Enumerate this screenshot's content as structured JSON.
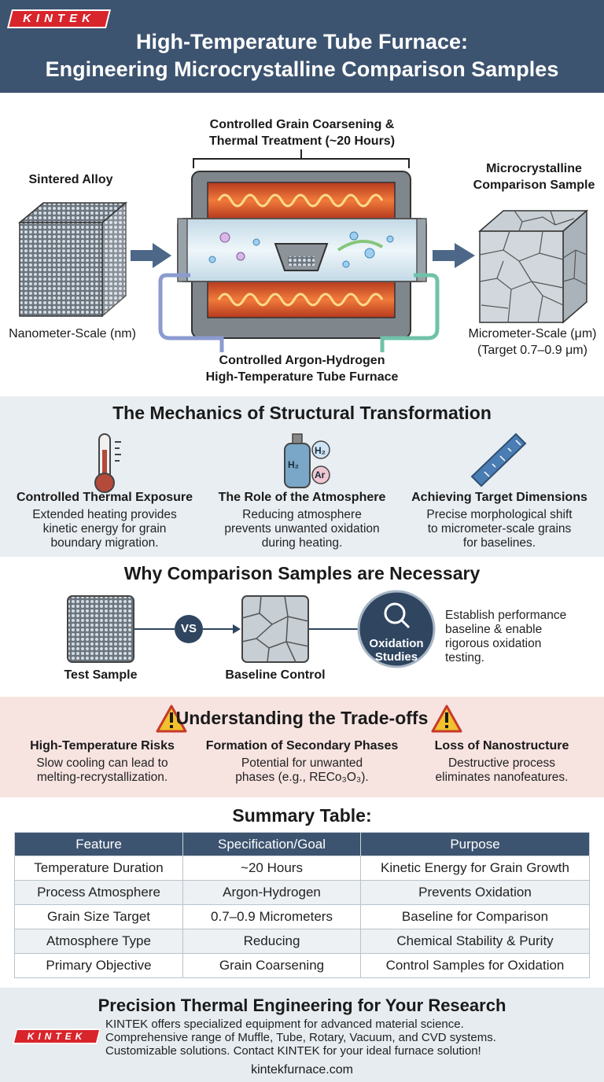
{
  "brand": "KINTEK",
  "title_line1": "High-Temperature Tube Furnace:",
  "title_line2": "Engineering Microcrystalline Comparison Samples",
  "process": {
    "top_label_line1": "Controlled Grain Coarsening &",
    "top_label_line2": "Thermal Treatment (~20 Hours)",
    "left_title": "Sintered Alloy",
    "left_scale": "Nanometer-Scale (nm)",
    "right_title_line1": "Microcrystalline",
    "right_title_line2": "Comparison Sample",
    "right_scale_line1": "Micrometer-Scale (μm)",
    "right_scale_line2": "(Target 0.7–0.9 μm)",
    "furnace_line1": "Controlled Argon-Hydrogen",
    "furnace_line2": "High-Temperature Tube Furnace"
  },
  "mechanics": {
    "heading": "The Mechanics of Structural Transformation",
    "items": [
      {
        "title": "Controlled Thermal Exposure",
        "l1": "Extended heating provides",
        "l2": "kinetic energy for grain",
        "l3": "boundary migration."
      },
      {
        "title": "The Role of the Atmosphere",
        "l1": "Reducing atmosphere",
        "l2": "prevents unwanted oxidation",
        "l3": "during heating."
      },
      {
        "title": "Achieving Target Dimensions",
        "l1": "Precise morphological shift",
        "l2": "to micrometer-scale grains",
        "l3": "for baselines."
      }
    ],
    "gas_labels": {
      "h2": "H₂",
      "h2b": "H₂",
      "ar": "Ar"
    }
  },
  "comparison": {
    "heading": "Why Comparison Samples are Necessary",
    "test_label": "Test Sample",
    "vs": "VS",
    "baseline_label": "Baseline Control",
    "oxidation_l1": "Oxidation",
    "oxidation_l2": "Studies",
    "desc_l1": "Establish performance",
    "desc_l2": "baseline & enable",
    "desc_l3": "rigorous oxidation",
    "desc_l4": "testing."
  },
  "tradeoffs": {
    "heading": "Understanding the Trade-offs",
    "items": [
      {
        "title": "High-Temperature Risks",
        "l1": "Slow cooling can lead to",
        "l2": "melting-recrystallization."
      },
      {
        "title": "Formation of Secondary Phases",
        "l1": "Potential for unwanted",
        "l2": "phases (e.g., RECo₃O₃)."
      },
      {
        "title": "Loss of Nanostructure",
        "l1": "Destructive process",
        "l2": "eliminates nanofeatures."
      }
    ]
  },
  "summary": {
    "heading": "Summary Table:",
    "headers": [
      "Feature",
      "Specification/Goal",
      "Purpose"
    ],
    "rows": [
      [
        "Temperature Duration",
        "~20 Hours",
        "Kinetic Energy for Grain Growth"
      ],
      [
        "Process Atmosphere",
        "Argon-Hydrogen",
        "Prevents Oxidation"
      ],
      [
        "Grain Size Target",
        "0.7–0.9 Micrometers",
        "Baseline for Comparison"
      ],
      [
        "Atmosphere Type",
        "Reducing",
        "Chemical Stability & Purity"
      ],
      [
        "Primary Objective",
        "Grain Coarsening",
        "Control Samples for Oxidation"
      ]
    ]
  },
  "footer": {
    "heading": "Precision Thermal Engineering for Your Research",
    "l1": "KINTEK offers specialized equipment for advanced material science.",
    "l2": "Comprehensive range of Muffle, Tube, Rotary, Vacuum, and CVD systems.",
    "l3": "Customizable solutions. Contact KINTEK for your ideal furnace solution!",
    "url": "kintekfurnace.com"
  },
  "colors": {
    "header": "#3d5470",
    "accent_red": "#d8242b",
    "heater": "#ef6a2c",
    "table_header": "#3d5470"
  }
}
